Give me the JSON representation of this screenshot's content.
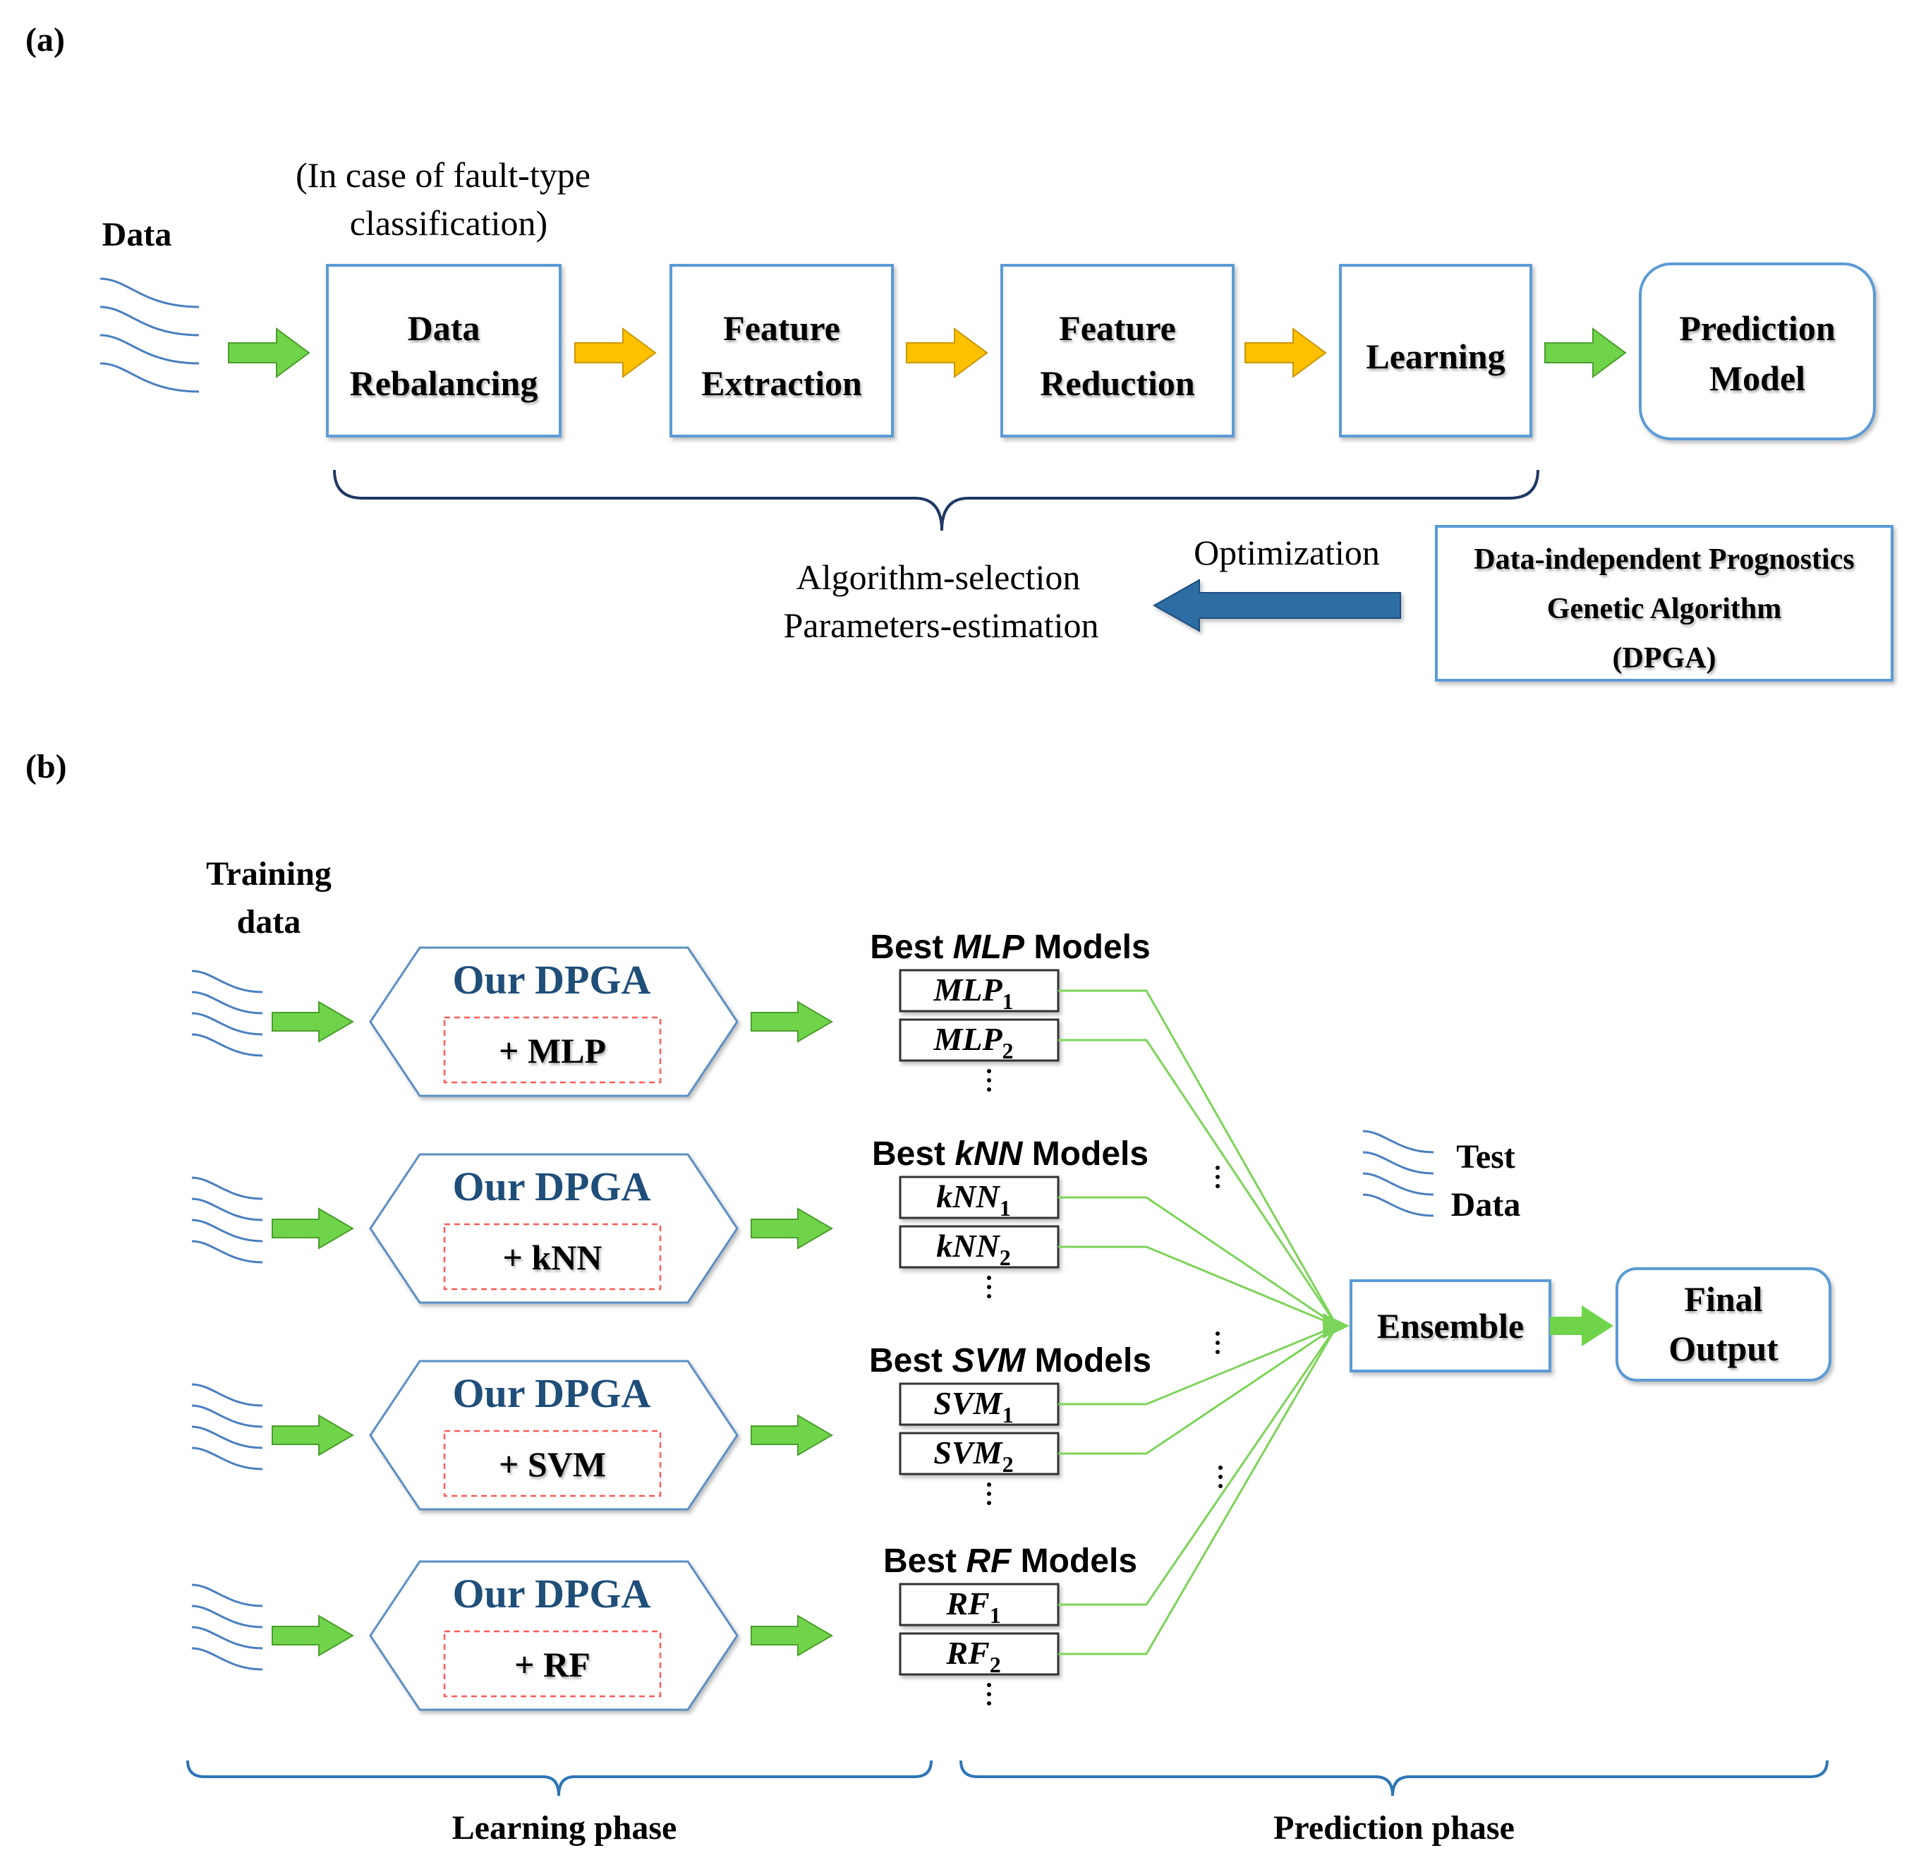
{
  "part_a": {
    "label": "(a)",
    "data_label": "Data",
    "note_line1": "(In case of fault-type",
    "note_line2": "classification)",
    "steps": [
      {
        "line1": "Data",
        "line2": "Rebalancing"
      },
      {
        "line1": "Feature",
        "line2": "Extraction"
      },
      {
        "line1": "Feature",
        "line2": "Reduction"
      },
      {
        "line1": "Learning",
        "line2": ""
      }
    ],
    "output": {
      "line1": "Prediction",
      "line2": "Model"
    },
    "optimization_label": "Optimization",
    "algo_line1": "Algorithm-selection",
    "algo_line2": "Parameters-estimation",
    "dpga": {
      "line1": "Data-independent Prognostics",
      "line2": "Genetic Algorithm",
      "line3": "(DPGA)"
    }
  },
  "part_b": {
    "label": "(b)",
    "training_line1": "Training",
    "training_line2": "data",
    "rows": [
      {
        "hex_title": "Our DPGA",
        "hex_sub": "+ MLP",
        "best_pre": "Best ",
        "best_alg": "MLP",
        "best_post": " Models",
        "m1": "MLP",
        "m2": "MLP"
      },
      {
        "hex_title": "Our DPGA",
        "hex_sub": "+ kNN",
        "best_pre": "Best ",
        "best_alg": "kNN",
        "best_post": " Models",
        "m1": "kNN",
        "m2": "kNN"
      },
      {
        "hex_title": "Our DPGA",
        "hex_sub": "+ SVM",
        "best_pre": "Best ",
        "best_alg": "SVM",
        "best_post": " Models",
        "m1": "SVM",
        "m2": "SVM"
      },
      {
        "hex_title": "Our DPGA",
        "hex_sub": "+ RF",
        "best_pre": "Best ",
        "best_alg": "RF",
        "best_post": " Models",
        "m1": "RF",
        "m2": "RF"
      }
    ],
    "subscript_1": "1",
    "subscript_2": "2",
    "test_line1": "Test",
    "test_line2": "Data",
    "ensemble": "Ensemble",
    "final_line1": "Final",
    "final_line2": "Output",
    "learning_phase": "Learning phase",
    "prediction_phase": "Prediction phase"
  },
  "colors": {
    "box_border": "#5b9bd5",
    "green_arrow": "#70d44b",
    "orange_arrow": "#ffc000",
    "dark_blue_arrow": "#2e6da4",
    "hex_title": "#1f4e79",
    "brace_dark": "#1f3864",
    "brace_light": "#2e75b6",
    "dashed_red": "#ff5a5a",
    "line_green": "#7dd45a",
    "wave_blue": "#4a7fc0"
  }
}
